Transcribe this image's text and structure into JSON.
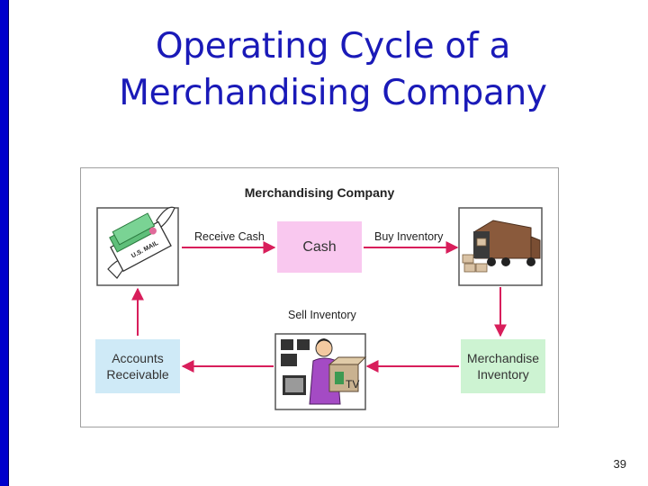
{
  "slide": {
    "title_line1": "Operating Cycle of a",
    "title_line2": "Merchandising Company",
    "page_number": "39"
  },
  "diagram": {
    "heading": "Merchandising Company",
    "boxes": {
      "cash": "Cash",
      "accounts_receivable_line1": "Accounts",
      "accounts_receivable_line2": "Receivable",
      "merchandise_inventory_line1": "Merchandise",
      "merchandise_inventory_line2": "Inventory"
    },
    "labels": {
      "receive_cash": "Receive Cash",
      "buy_inventory": "Buy Inventory",
      "sell_inventory": "Sell Inventory"
    },
    "clipart": {
      "mail_tag": "U.S. MAIL",
      "tv_box": "TV"
    },
    "colors": {
      "arrow": "#d81e5b",
      "cash_box": "#f9c8ef",
      "receivable_box": "#cfeaf7",
      "inventory_box": "#cdf3d2",
      "title": "#1a1ab8"
    }
  }
}
